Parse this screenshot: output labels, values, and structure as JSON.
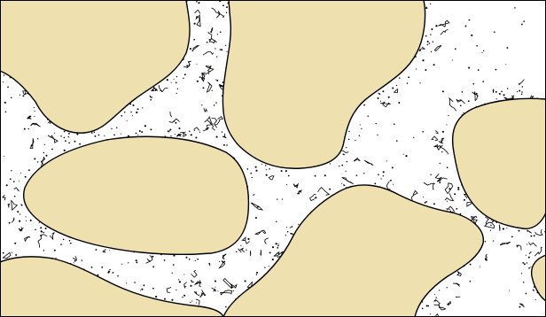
{
  "colors": {
    "background": "#ffffff",
    "grain_fill": "#efe0b0",
    "grain_stroke": "#000000",
    "pore_speckle": "#000000",
    "frame": "#000000"
  },
  "grains": [
    {
      "name": "grain-top-left"
    },
    {
      "name": "grain-top-center"
    },
    {
      "name": "grain-right"
    },
    {
      "name": "grain-center-ellipse"
    },
    {
      "name": "grain-bottom-center"
    },
    {
      "name": "grain-bottom-left"
    },
    {
      "name": "grain-right-edge-sliver"
    }
  ],
  "pore_space": {
    "name": "pore-space"
  }
}
